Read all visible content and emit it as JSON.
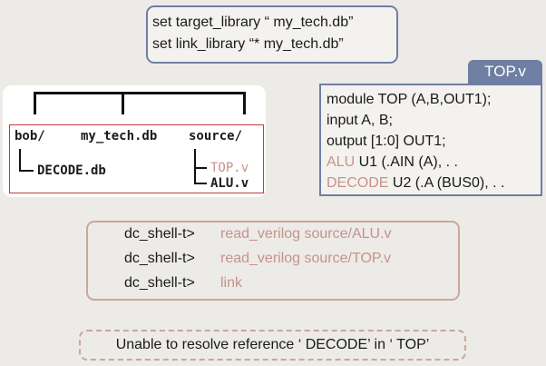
{
  "library_commands": [
    "set target_library “ my_tech.db”",
    "set link_library “* my_tech.db”"
  ],
  "directory": {
    "root_items": [
      "bob/",
      "my_tech.db",
      "source/"
    ],
    "bob_child": "DECODE.db",
    "source_children": [
      "TOP.v",
      "ALU.v"
    ]
  },
  "code_file": {
    "name": "TOP.v",
    "lines": {
      "l1": "module TOP (A,B,OUT1);",
      "l2": "input A, B;",
      "l3": "output [1:0] OUT1;",
      "l4_kw": "ALU",
      "l4_rest": " U1 (.AIN (A), . .",
      "l5_kw": "DECODE",
      "l5_rest": " U2 (.A (BUS0), . ."
    }
  },
  "shell": {
    "prompt": "dc_shell-t>",
    "commands": [
      "read_verilog source/ALU.v",
      "read_verilog source/TOP.v",
      "link"
    ]
  },
  "error_message": "Unable to resolve reference ‘ DECODE’ in ‘ TOP’",
  "colors": {
    "box_border_blue": "#6f7fa3",
    "box_border_tan": "#c9a79b",
    "highlight_text": "#c8928a",
    "tree_border_red": "#c8393a"
  }
}
